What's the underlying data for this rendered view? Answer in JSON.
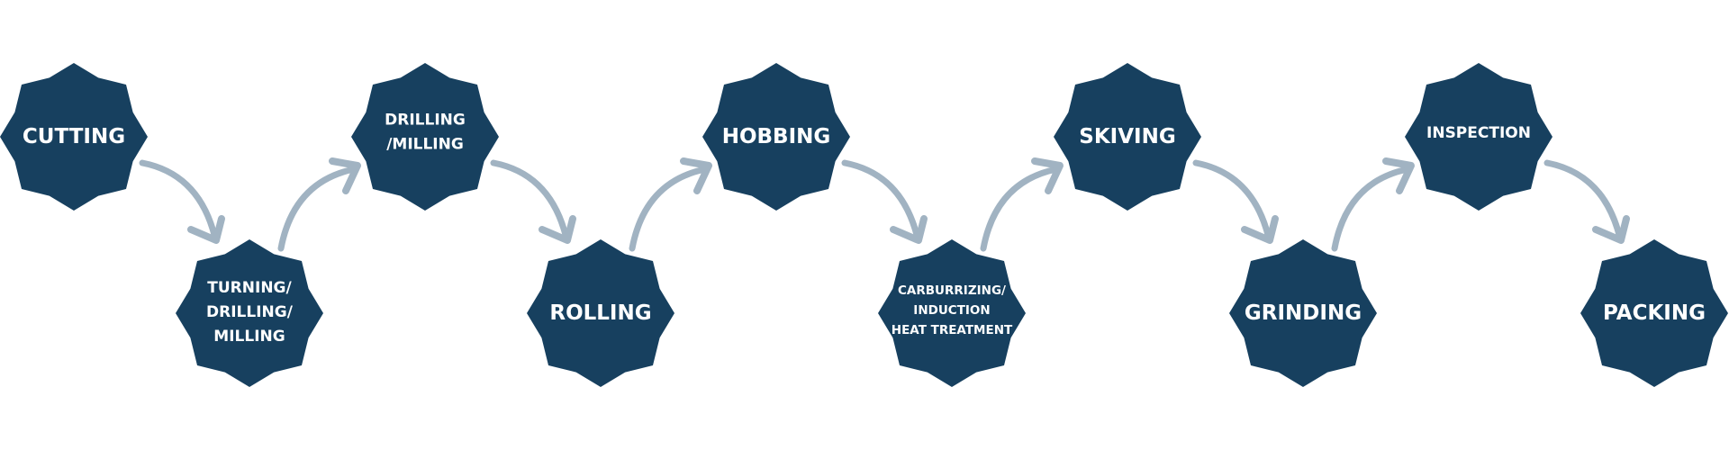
{
  "diagram": {
    "type": "process-flow",
    "colors": {
      "node_fill": "#17405f",
      "node_text": "#ffffff",
      "arrow": "#a1b3c2",
      "background": "#ffffff"
    },
    "steps": [
      {
        "id": 1,
        "row": "top",
        "lines": [
          "CUTTING"
        ]
      },
      {
        "id": 2,
        "row": "bottom",
        "lines": [
          "TURNING/",
          "DRILLING/",
          "MILLING"
        ]
      },
      {
        "id": 3,
        "row": "top",
        "lines": [
          "DRILLING",
          "/MILLING"
        ]
      },
      {
        "id": 4,
        "row": "bottom",
        "lines": [
          "ROLLING"
        ]
      },
      {
        "id": 5,
        "row": "top",
        "lines": [
          "HOBBING"
        ]
      },
      {
        "id": 6,
        "row": "bottom",
        "lines": [
          "CARBURRIZING/",
          "INDUCTION",
          "HEAT TREATMENT"
        ]
      },
      {
        "id": 7,
        "row": "top",
        "lines": [
          "SKIVING"
        ]
      },
      {
        "id": 8,
        "row": "bottom",
        "lines": [
          "GRINDING"
        ]
      },
      {
        "id": 9,
        "row": "top",
        "lines": [
          "INSPECTION"
        ]
      },
      {
        "id": 10,
        "row": "bottom",
        "lines": [
          "PACKING"
        ]
      }
    ],
    "connections": [
      {
        "from": 1,
        "to": 2,
        "direction": "down"
      },
      {
        "from": 2,
        "to": 3,
        "direction": "up"
      },
      {
        "from": 3,
        "to": 4,
        "direction": "down"
      },
      {
        "from": 4,
        "to": 5,
        "direction": "up"
      },
      {
        "from": 5,
        "to": 6,
        "direction": "down"
      },
      {
        "from": 6,
        "to": 7,
        "direction": "up"
      },
      {
        "from": 7,
        "to": 8,
        "direction": "down"
      },
      {
        "from": 8,
        "to": 9,
        "direction": "up"
      },
      {
        "from": 9,
        "to": 10,
        "direction": "down"
      }
    ]
  }
}
